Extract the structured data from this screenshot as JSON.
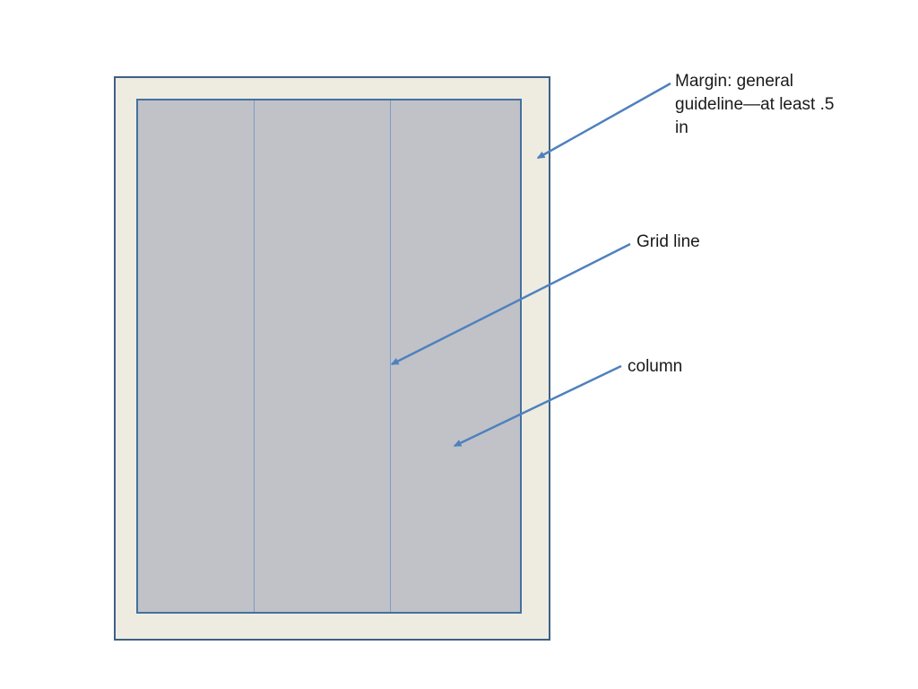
{
  "diagram": {
    "labels": {
      "margin": "Margin: general guideline—at least .5 in",
      "grid_line": "Grid line",
      "column": "column"
    },
    "colors": {
      "background": "#ffffff",
      "page_fill": "#eeece1",
      "page_border": "#3e6184",
      "content_fill": "#c0c2c8",
      "content_border": "#44719f",
      "grid_line": "#7d9dc2",
      "arrow": "#4f81bd",
      "text": "#1a1a1a"
    }
  }
}
